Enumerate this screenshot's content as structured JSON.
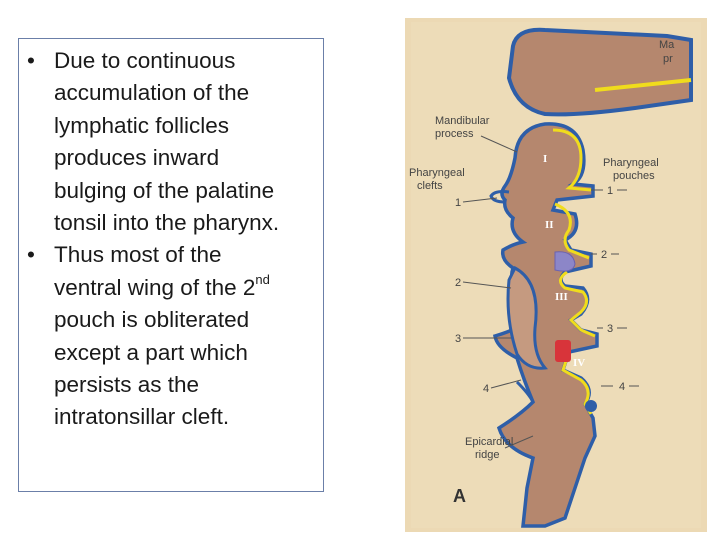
{
  "text_panel": {
    "bullets": [
      {
        "lines": [
          "Due to continuous",
          "accumulation of the",
          "lymphatic follicles",
          "produces inward",
          "bulging of the palatine",
          "tonsil into the pharynx."
        ]
      },
      {
        "lines": [
          "Thus most of the",
          "ventral wing of the 2",
          "pouch is obliterated",
          "except a part which",
          "persists as the",
          "intratonsillar cleft."
        ],
        "sup": "nd"
      }
    ],
    "bullet_symbol": "•"
  },
  "figure": {
    "labels": {
      "maxillary_partial_1": "Ma",
      "maxillary_partial_2": "pr",
      "mandibular_1": "Mandibular",
      "mandibular_2": "process",
      "pharyngeal_clefts_1": "Pharyngeal",
      "pharyngeal_clefts_2": "clefts",
      "pharyngeal_pouches_1": "Pharyngeal",
      "pharyngeal_pouches_2": "pouches",
      "epicardial_1": "Epicardial",
      "epicardial_2": "ridge",
      "panel_letter": "A"
    },
    "arches": [
      "I",
      "II",
      "III",
      "IV"
    ],
    "cleft_numbers": [
      "1",
      "2",
      "3",
      "4"
    ],
    "pouch_numbers": [
      "1",
      "2",
      "3",
      "4"
    ],
    "colors": {
      "tissue": "#b5876e",
      "background": "#ecd9b4",
      "ectoderm": "#2e5ea8",
      "endoderm": "#f0dc1c",
      "tonsil_structure": "#8c86c8",
      "parathyroid": "#d8343a"
    }
  }
}
